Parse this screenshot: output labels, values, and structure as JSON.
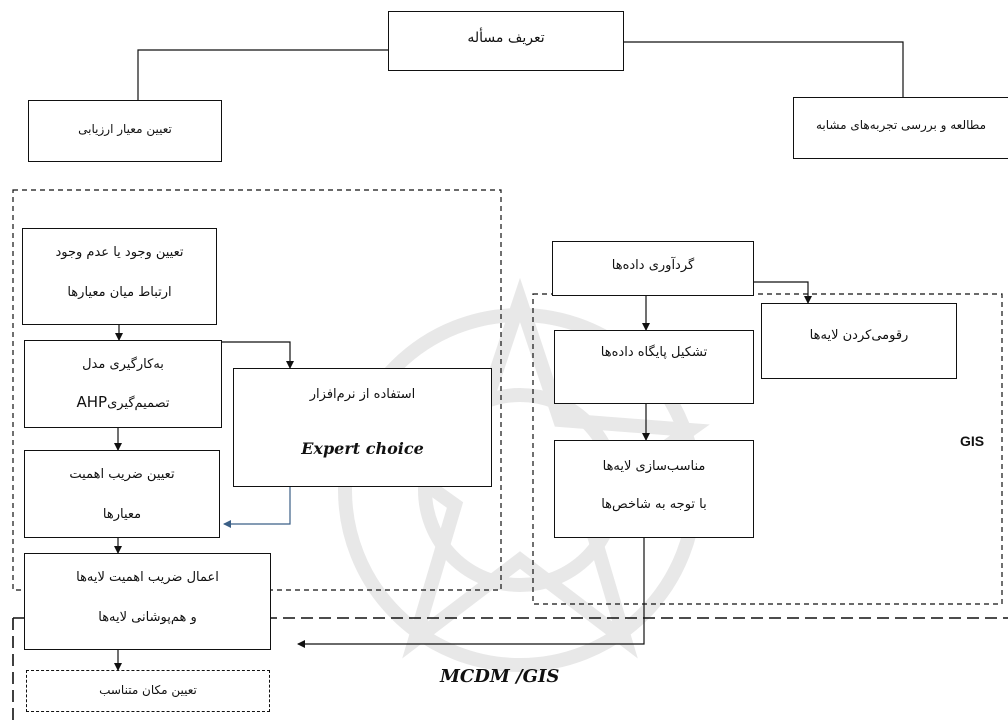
{
  "nodes": {
    "problem_definition": "تعریف مسأله",
    "evaluation_criteria": "تعیین معیار ارزیابی",
    "similar_experiences": "مطالعه و بررسی تجربه‌های مشابه",
    "relation_line1": "تعیین وجود یا عدم وجود",
    "relation_line2": "ارتباط میان معیارها",
    "ahp_line1": "به‌کارگیری مدل",
    "ahp_line2_fa": "تصمیم‌گیری",
    "ahp_line2_en": "AHP",
    "software_line1": "استفاده از نرم‌افزار",
    "software_line2": "Expert choice",
    "weights_line1": "تعیین ضریب اهمیت",
    "weights_line2": "معیارها",
    "apply_line1": "اعمال ضریب اهمیت لایه‌ها",
    "apply_line2": "و هم‌پوشانی لایه‌ها",
    "suitable_location": "تعیین مکان متناسب",
    "data_collection": "گردآوری داده‌ها",
    "digitize_layers": "رقومی‌کردن لایه‌ها",
    "database": "تشکیل پایگاه داده‌ها",
    "fit_line1": "مناسب‌سازی لایه‌ها",
    "fit_line2": "با توجه به شاخص‌ها"
  },
  "labels": {
    "gis": "GIS",
    "mcdm_gis": "MCDM /GIS"
  }
}
